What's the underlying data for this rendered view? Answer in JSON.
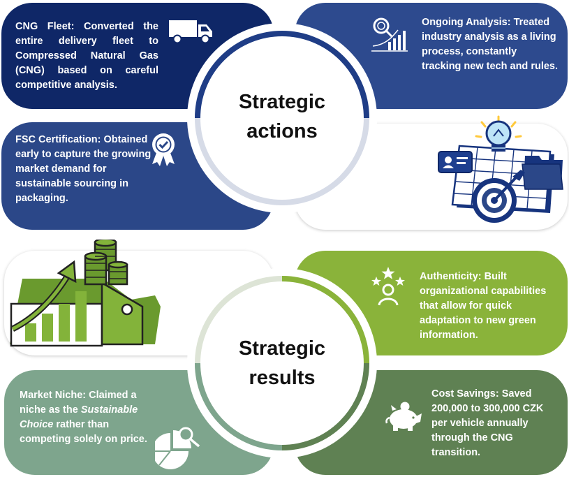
{
  "top": {
    "hub": {
      "line1": "Strategic",
      "line2": "actions"
    },
    "cng": {
      "text": "CNG Fleet: Converted the entire delivery fleet to Compressed Natural Gas (CNG) based on careful competitive analysis."
    },
    "ongoing": {
      "text": "Ongoing Analysis: Treated industry analysis as a living process, constantly tracking new tech and rules."
    },
    "fsc": {
      "text": "FSC Certification: Obtained early to capture the growing market demand for sustainable sourcing in packaging."
    }
  },
  "bottom": {
    "hub": {
      "line1": "Strategic",
      "line2": "results"
    },
    "authenticity": {
      "text": "Authenticity: Built organizational capabilities that allow for quick adaptation to new green information."
    },
    "niche": {
      "prefix": "Market Niche: Claimed a niche as the ",
      "emphasis": "Sustainable Choice",
      "suffix": " rather than competing solely on price."
    },
    "cost": {
      "text": "Cost Savings: Saved 200,000 to 300,000 CZK per vehicle annually through the CNG transition."
    }
  },
  "colors": {
    "navy": "#0f2767",
    "blue": "#2d4a8e",
    "lime": "#8ab33a",
    "sage": "#7ea58d",
    "forest": "#5f8153"
  },
  "icons": [
    "truck-icon",
    "magnifier-chart-icon",
    "award-ribbon-icon",
    "strategy-target-illustration",
    "growth-coins-illustration",
    "stars-person-icon",
    "pie-chart-search-icon",
    "piggy-bank-icon"
  ]
}
